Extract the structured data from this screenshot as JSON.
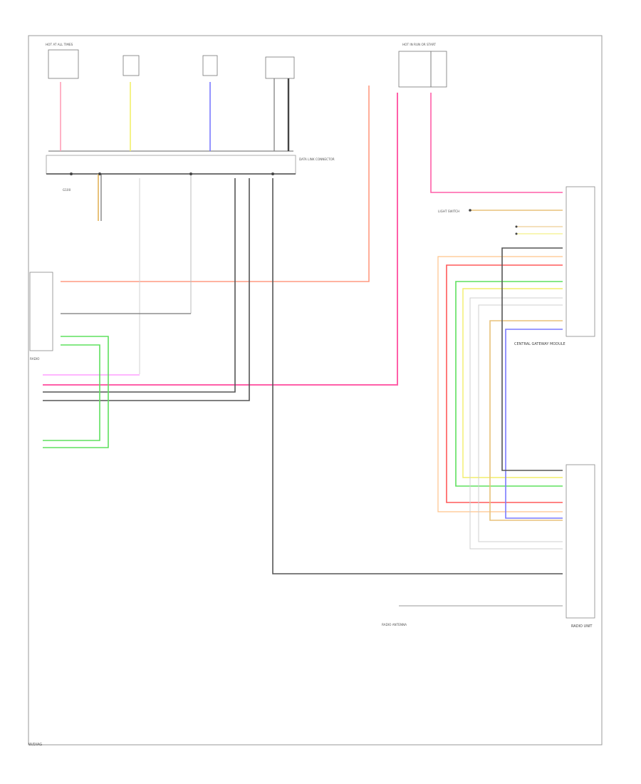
{
  "diagram": {
    "components": [
      {
        "id": "top-fuse-1",
        "label": "HOT AT ALL TIMES"
      },
      {
        "id": "right-fuse-top",
        "label": "HOT IN RUN OR START"
      },
      {
        "id": "center-module",
        "label": "CENTRAL GATEWAY MODULE"
      },
      {
        "id": "radio-module",
        "label": "RADIO UNIT"
      },
      {
        "id": "antenna",
        "label": "RADIO ANTENNA"
      },
      {
        "id": "left-connector",
        "label": "RADIO"
      },
      {
        "id": "data-link",
        "label": "DATA LINK CONNECTOR"
      },
      {
        "id": "light-switch",
        "label": "LIGHT SWITCH"
      },
      {
        "id": "ground-label",
        "label": "G100"
      }
    ],
    "wire_colors": {
      "pink": "#ff5fa8",
      "salmon": "#ff9a80",
      "yellow": "#f2ee6a",
      "blue": "#7a7aff",
      "green": "#5fe05f",
      "red": "#ff5a5a",
      "orange": "#ffc38a",
      "tan": "#e8c27a",
      "gray": "#bdbdbd",
      "dark": "#555555",
      "magenta": "#ff6cff"
    },
    "credit": "W/DIAG"
  }
}
